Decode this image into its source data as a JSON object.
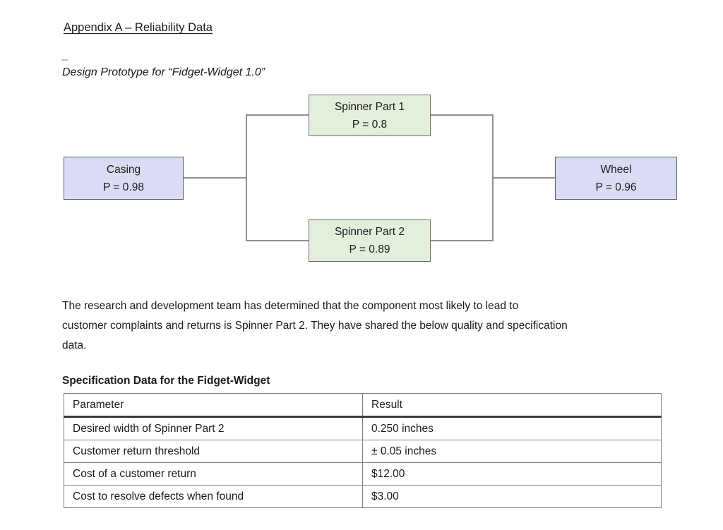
{
  "page": {
    "title": "Appendix A – Reliability Data",
    "subtitle": "Design Prototype for “Fidget-Widget 1.0”"
  },
  "diagram": {
    "nodes": [
      {
        "id": "casing",
        "label": "Casing",
        "probability": "P = 0.98",
        "fill": "#d9dcf2"
      },
      {
        "id": "spinner1",
        "label": "Spinner Part 1",
        "probability": "P = 0.8",
        "fill": "#e3efdb"
      },
      {
        "id": "spinner2",
        "label": "Spinner Part 2",
        "probability": "P = 0.89",
        "fill": "#e3efdb"
      },
      {
        "id": "wheel",
        "label": "Wheel",
        "probability": "P = 0.96",
        "fill": "#d9dcf2"
      }
    ],
    "structure": "Casing in series with parallel pair (Spinner Part 1, Spinner Part 2) in series with Wheel",
    "connector_color": "#909090"
  },
  "paragraph": {
    "lines": [
      "The research and development team has determined that the component most likely to lead to",
      "customer complaints and returns is Spinner Part 2. They have shared the below quality and specification",
      "data."
    ]
  },
  "table": {
    "caption": "Specification Data for the Fidget-Widget",
    "headers": [
      "Parameter",
      "Result"
    ],
    "rows": [
      [
        "Desired width of Spinner Part 2",
        "0.250 inches"
      ],
      [
        "Customer return threshold",
        "± 0.05 inches"
      ],
      [
        "Cost of a customer return",
        "$12.00"
      ],
      [
        "Cost to resolve defects when found",
        "$3.00"
      ]
    ]
  },
  "colors": {
    "node_fill_lavender": "#d9dcf2",
    "node_fill_green": "#e3efdb",
    "node_border": "#606060",
    "connector": "#909090",
    "table_border": "#7f7f7f",
    "header_rule": "#3a3a3a"
  }
}
